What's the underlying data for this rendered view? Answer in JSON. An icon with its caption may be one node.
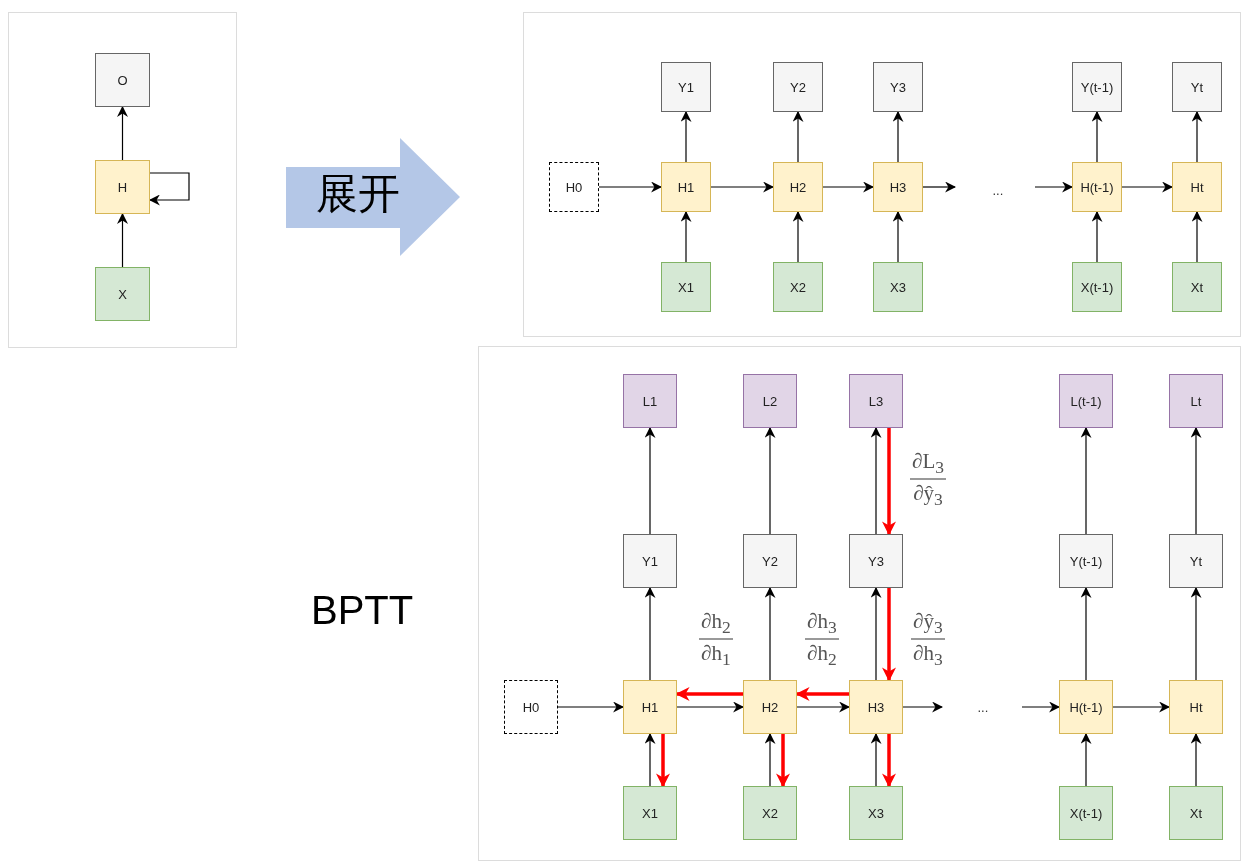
{
  "diagram": {
    "nodes": [
      {
        "text": [
          "O"
        ]
      },
      {
        "text": [
          "H"
        ]
      },
      {
        "text": [
          "X"
        ]
      },
      {
        "text": [
          "展开"
        ]
      },
      {
        "text": [
          "Y1"
        ]
      },
      {
        "text": [
          "Y2"
        ]
      },
      {
        "text": [
          "Y3"
        ]
      },
      {
        "text": [
          "Y(t-1)"
        ]
      },
      {
        "text": [
          "Yt"
        ]
      },
      {
        "text": [
          "H0"
        ]
      },
      {
        "text": [
          "H1"
        ]
      },
      {
        "text": [
          "H2"
        ]
      },
      {
        "text": [
          "H3"
        ]
      },
      {
        "text": [
          "H(t-1)"
        ]
      },
      {
        "text": [
          "Ht"
        ]
      },
      {
        "text": [
          "X1"
        ]
      },
      {
        "text": [
          "X2"
        ]
      },
      {
        "text": [
          "X3"
        ]
      },
      {
        "text": [
          "X(t-1)"
        ]
      },
      {
        "text": [
          "Xt"
        ]
      },
      {
        "text": [
          "L1"
        ]
      },
      {
        "text": [
          "L2"
        ]
      },
      {
        "text": [
          "L3"
        ]
      },
      {
        "text": [
          "L(t-1)"
        ]
      },
      {
        "text": [
          "Lt"
        ]
      },
      {
        "text": [
          "Y1"
        ]
      },
      {
        "text": [
          "Y2"
        ]
      },
      {
        "text": [
          "Y3"
        ]
      },
      {
        "text": [
          "Y(t-1)"
        ]
      },
      {
        "text": [
          "Yt"
        ]
      },
      {
        "text": [
          "H0"
        ]
      },
      {
        "text": [
          "H1"
        ]
      },
      {
        "text": [
          "H2"
        ]
      },
      {
        "text": [
          "H3"
        ]
      },
      {
        "text": [
          "H(t-1)"
        ]
      },
      {
        "text": [
          "Ht"
        ]
      },
      {
        "text": [
          "X1"
        ]
      },
      {
        "text": [
          "X2"
        ]
      },
      {
        "text": [
          "X3"
        ]
      },
      {
        "text": [
          "X(t-1)"
        ]
      },
      {
        "text": [
          "Xt"
        ]
      }
    ],
    "edges": [
      {
        "from": 1,
        "to": 0,
        "arrow": "to"
      },
      {
        "from": 2,
        "to": 1,
        "arrow": "to"
      },
      {
        "from": 1,
        "to": 1,
        "arrow": "to"
      },
      {
        "from": 9,
        "to": 10,
        "arrow": "to"
      },
      {
        "from": 10,
        "to": 11,
        "arrow": "to"
      },
      {
        "from": 11,
        "to": 12,
        "arrow": "to"
      },
      {
        "from": 12,
        "to": null,
        "arrow": "to"
      },
      {
        "from": null,
        "to": 13,
        "arrow": "to"
      },
      {
        "from": 13,
        "to": 14,
        "arrow": "to"
      },
      {
        "from": 10,
        "to": 4,
        "arrow": "to"
      },
      {
        "from": 11,
        "to": 5,
        "arrow": "to"
      },
      {
        "from": 12,
        "to": 6,
        "arrow": "to"
      },
      {
        "from": 13,
        "to": 7,
        "arrow": "to"
      },
      {
        "from": 14,
        "to": 8,
        "arrow": "to"
      },
      {
        "from": 15,
        "to": 10,
        "arrow": "to"
      },
      {
        "from": 16,
        "to": 11,
        "arrow": "to"
      },
      {
        "from": 17,
        "to": 12,
        "arrow": "to"
      },
      {
        "from": 18,
        "to": 13,
        "arrow": "to"
      },
      {
        "from": 19,
        "to": 14,
        "arrow": "to"
      },
      {
        "from": 30,
        "to": 31,
        "arrow": "to"
      },
      {
        "from": 31,
        "to": 32,
        "arrow": "to"
      },
      {
        "from": 32,
        "to": 33,
        "arrow": "to"
      },
      {
        "from": 33,
        "to": null,
        "arrow": "to"
      },
      {
        "from": null,
        "to": 34,
        "arrow": "to"
      },
      {
        "from": 34,
        "to": 35,
        "arrow": "to"
      },
      {
        "from": 31,
        "to": 25,
        "arrow": "to"
      },
      {
        "from": 32,
        "to": 26,
        "arrow": "to"
      },
      {
        "from": 33,
        "to": 27,
        "arrow": "to"
      },
      {
        "from": 34,
        "to": 28,
        "arrow": "to"
      },
      {
        "from": 35,
        "to": 29,
        "arrow": "to"
      },
      {
        "from": 25,
        "to": 20,
        "arrow": "to"
      },
      {
        "from": 26,
        "to": 21,
        "arrow": "to"
      },
      {
        "from": 27,
        "to": 22,
        "arrow": "to"
      },
      {
        "from": 28,
        "to": 23,
        "arrow": "to"
      },
      {
        "from": 29,
        "to": 24,
        "arrow": "to"
      },
      {
        "from": 36,
        "to": 31,
        "arrow": "to"
      },
      {
        "from": 37,
        "to": 32,
        "arrow": "to"
      },
      {
        "from": 38,
        "to": 33,
        "arrow": "to"
      },
      {
        "from": 39,
        "to": 34,
        "arrow": "to"
      },
      {
        "from": 40,
        "to": 35,
        "arrow": "to"
      },
      {
        "from": 22,
        "to": 27,
        "arrow": "to",
        "label": "∂L$_{3}$ ∂ŷ$_{3}$",
        "style": "thick",
        "color": "#ff0000"
      },
      {
        "from": 27,
        "to": 33,
        "arrow": "to",
        "label": "∂ŷ$_{3}$ ∂h$_{3}$",
        "style": "thick",
        "color": "#ff0000"
      },
      {
        "from": 33,
        "to": 32,
        "arrow": "to",
        "label": "∂h$_{3}$ ∂h$_{2}$",
        "style": "thick",
        "color": "#ff0000"
      },
      {
        "from": 32,
        "to": 31,
        "arrow": "to",
        "label": "∂h$_{2}$ ∂h$_{1}$",
        "style": "thick",
        "color": "#ff0000"
      },
      {
        "from": 31,
        "to": 36,
        "arrow": "to",
        "style": "thick",
        "color": "#ff0000"
      },
      {
        "from": 32,
        "to": 37,
        "arrow": "to",
        "style": "thick",
        "color": "#ff0000"
      },
      {
        "from": 33,
        "to": 38,
        "arrow": "to",
        "style": "thick",
        "color": "#ff0000"
      }
    ],
    "labels": [
      "...",
      "BPTT",
      "..."
    ]
  }
}
